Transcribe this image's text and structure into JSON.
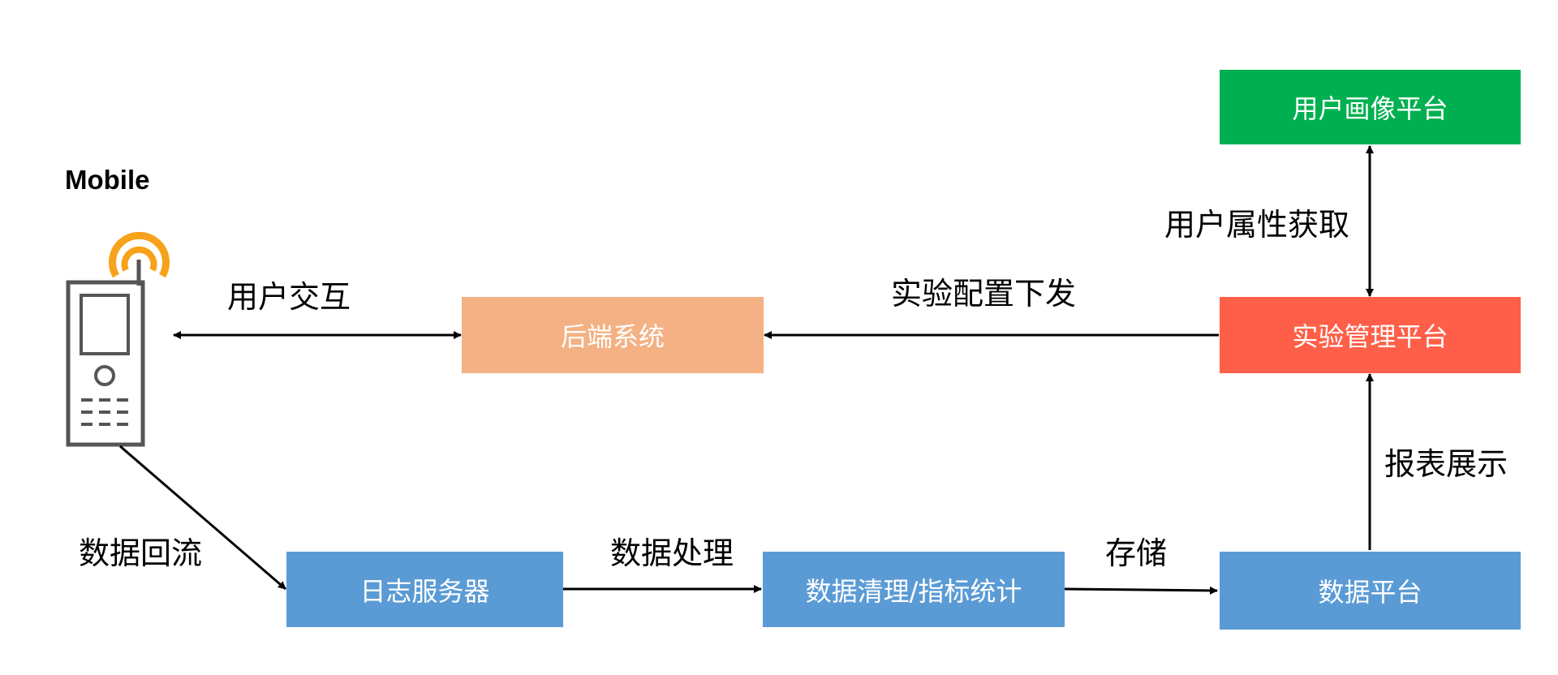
{
  "mobile": {
    "title": "Mobile",
    "icon": "mobile-phone-signal-icon"
  },
  "boxes": {
    "user_profile": {
      "label": "用户画像平台",
      "color": "#00b050"
    },
    "experiment_mgmt": {
      "label": "实验管理平台",
      "color": "#ff5f48"
    },
    "backend": {
      "label": "后端系统",
      "color": "#f4b183"
    },
    "log_server": {
      "label": "日志服务器",
      "color": "#5b9bd5"
    },
    "data_clean": {
      "label": "数据清理/指标统计",
      "color": "#5b9bd5"
    },
    "data_platform": {
      "label": "数据平台",
      "color": "#5b9bd5"
    }
  },
  "edges": {
    "user_interaction": "用户交互",
    "config_dispatch": "实验配置下发",
    "attr_fetch": "用户属性获取",
    "report_display": "报表展示",
    "data_return": "数据回流",
    "data_processing": "数据处理",
    "storage": "存储"
  }
}
